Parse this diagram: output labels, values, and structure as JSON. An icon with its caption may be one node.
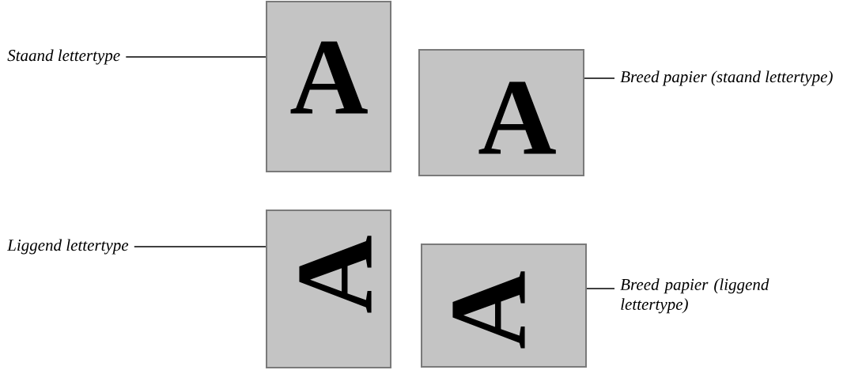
{
  "diagram": {
    "nodes": [
      {
        "text": [
          "Staand lettertype"
        ]
      },
      {
        "text": [
          "A"
        ]
      },
      {
        "text": [
          "A"
        ]
      },
      {
        "text": [
          "Breed papier (staand lettertype)"
        ]
      },
      {
        "text": [
          "Liggend lettertype"
        ]
      },
      {
        "text": [
          "A"
        ]
      },
      {
        "text": [
          "A"
        ]
      },
      {
        "text": [
          "Breed papier (liggend lettertype)"
        ]
      }
    ],
    "edges": [
      {
        "from": 0,
        "to": 1,
        "arrow": "none"
      },
      {
        "from": 3,
        "to": 2,
        "arrow": "none"
      },
      {
        "from": 4,
        "to": 5,
        "arrow": "none"
      },
      {
        "from": 7,
        "to": 6,
        "arrow": "none"
      }
    ]
  }
}
